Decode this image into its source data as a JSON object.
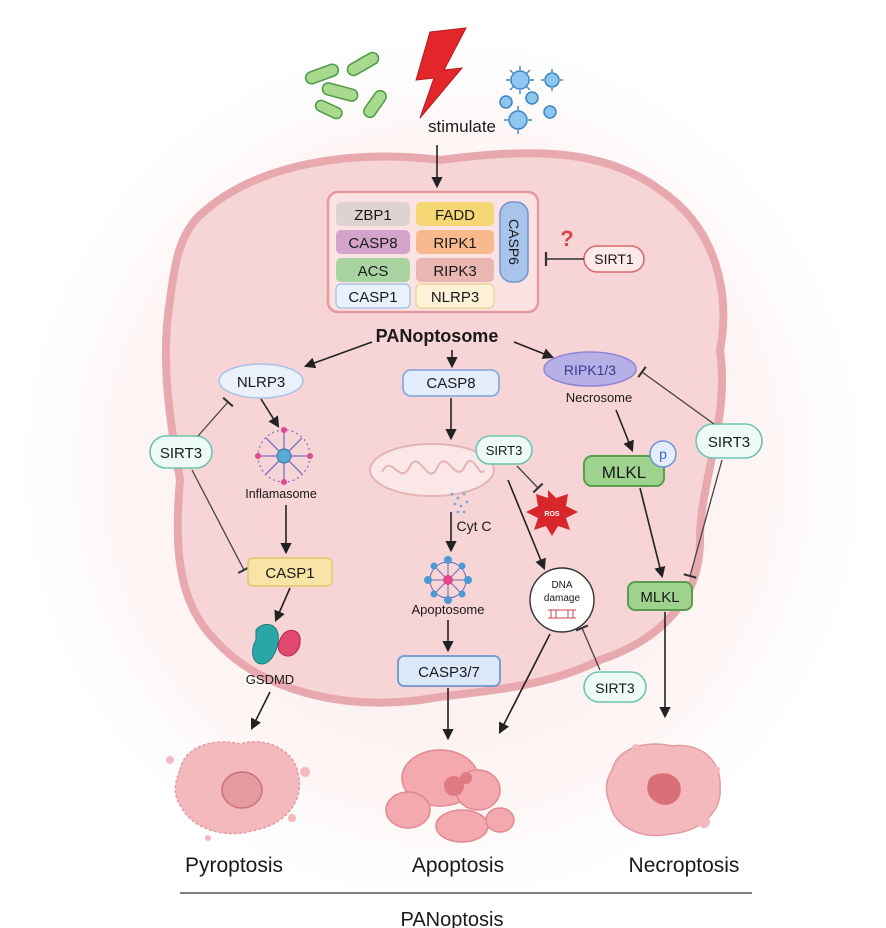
{
  "stimulus": {
    "label": "stimulate"
  },
  "complex": {
    "grid": [
      [
        "ZBP1",
        "FADD"
      ],
      [
        "CASP8",
        "RIPK1"
      ],
      [
        "ACS",
        "RIPK3"
      ],
      [
        "CASP1",
        "NLRP3"
      ]
    ],
    "side": "CASP6",
    "name": "PANoptosome"
  },
  "regulator": {
    "sirt1": "SIRT1",
    "question": "?"
  },
  "pyroptosis_branch": {
    "nlrp3": "NLRP3",
    "sirt3": "SIRT3",
    "inflammasome": "Inflamasome",
    "casp1": "CASP1",
    "gsdmd": "GSDMD"
  },
  "apoptosis_branch": {
    "casp8": "CASP8",
    "sirt3": "SIRT3",
    "ros": "ROS",
    "cytc": "Cyt C",
    "apoptosome": "Apoptosome",
    "casp37": "CASP3/7",
    "dna_line1": "DNA",
    "dna_line2": "damage",
    "sirt3_dna": "SIRT3"
  },
  "necroptosis_branch": {
    "ripk13": "RIPK1/3",
    "necrosome": "Necrosome",
    "mlkl_p": "MLKL",
    "p": "p",
    "sirt3": "SIRT3",
    "mlkl": "MLKL"
  },
  "outcomes": [
    "Pyroptosis",
    "Apoptosis",
    "Necroptosis"
  ],
  "footer": "PANoptosis",
  "colors": {
    "cell_fill": "#f7d4d6",
    "cell_stroke": "#e7a9ad",
    "complex_fill": "#fbe3e3",
    "complex_stroke": "#e59a9d",
    "sirt_fill": "#eefaf6",
    "sirt_stroke": "#6fc4b0",
    "casp_yellow": "#f8e4a6",
    "casp_blue": "#dbe8fa",
    "mlkl_green": "#9fd18f",
    "ripk_purple": "#b7b0e6",
    "lightning": "#e3262a",
    "ros": "#d9262b"
  }
}
